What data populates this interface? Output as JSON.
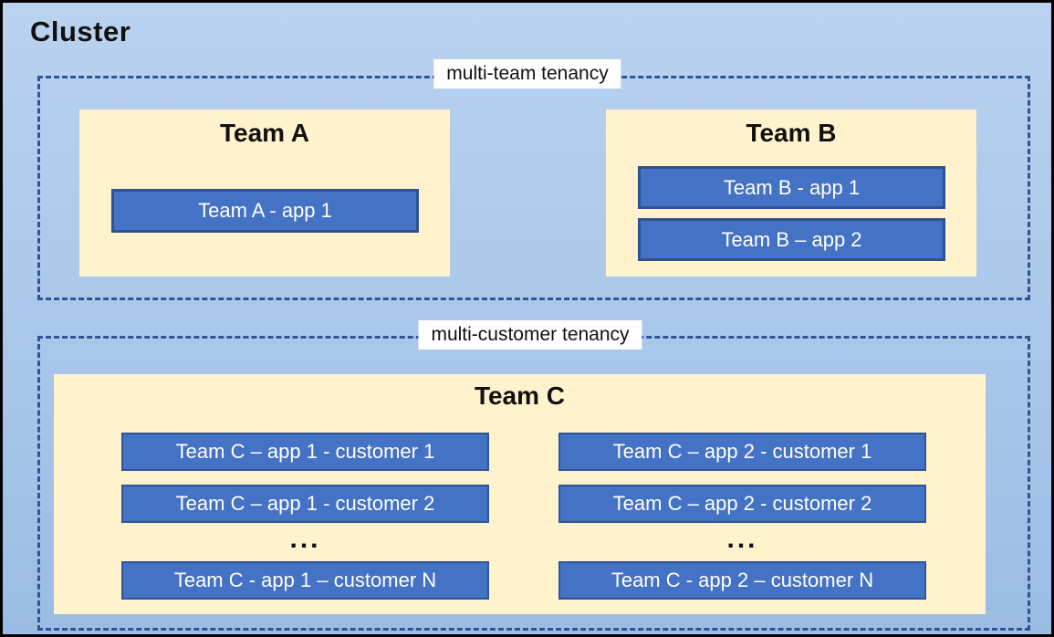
{
  "cluster": {
    "title": "Cluster"
  },
  "sections": [
    {
      "label": "multi-team tenancy",
      "teams": [
        {
          "name": "Team A",
          "apps": [
            "Team A - app 1"
          ]
        },
        {
          "name": "Team B",
          "apps": [
            "Team B - app 1",
            "Team B – app 2"
          ]
        }
      ]
    },
    {
      "label": "multi-customer tenancy",
      "teams": [
        {
          "name": "Team C",
          "columns": [
            {
              "rows": [
                "Team C – app 1 - customer 1",
                "Team C – app 1 - customer 2"
              ],
              "ellipsis": "...",
              "last_row": "Team C - app 1 – customer N"
            },
            {
              "rows": [
                "Team C – app 2 - customer 1",
                "Team C – app 2 - customer 2"
              ],
              "ellipsis": "...",
              "last_row": "Team C - app 2 – customer N"
            }
          ]
        }
      ]
    }
  ],
  "colors": {
    "canvas_top": "#B9D2EF",
    "canvas_bottom": "#9BBCE4",
    "dashed_border": "#2F5597",
    "team_panel_bg": "#FFF2CC",
    "app_fill": "#4472C4",
    "app_border": "#2F528F",
    "label_bg": "#FFFFFF",
    "text_dark": "#111111",
    "text_light": "#FFFFFF"
  }
}
